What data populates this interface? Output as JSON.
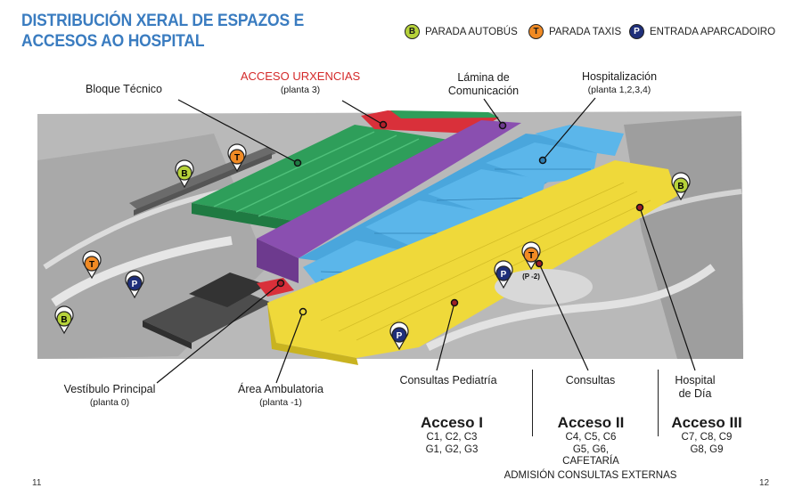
{
  "title": "DISTRIBUCIÓN XERAL DE ESPAZOS E ACCESOS AO HOSPITAL",
  "legend": {
    "bus": {
      "symbol": "B",
      "label": "PARADA AUTOBÚS"
    },
    "taxi": {
      "symbol": "T",
      "label": "PARADA TAXIS"
    },
    "parking": {
      "symbol": "P",
      "label": "ENTRADA APARCADOIRO"
    }
  },
  "labels": {
    "bloque_tecnico": "Bloque Técnico",
    "acceso_urxencias": "ACCESO URXENCIAS",
    "acceso_urxencias_sub": "(planta 3)",
    "lamina_1": "Lámina de",
    "lamina_2": "Comunicación",
    "hospitalizacion": "Hospitalización",
    "hospitalizacion_sub": "(planta 1,2,3,4)",
    "vestibulo": "Vestíbulo Principal",
    "vestibulo_sub": "(planta 0)",
    "area_ambulatoria": "Área Ambulatoria",
    "area_ambulatoria_sub": "(planta -1)",
    "consultas_pediatria": "Consultas Pediatría",
    "consultas": "Consultas",
    "hospital_dia_1": "Hospital",
    "hospital_dia_2": "de Día",
    "parking_level": "(P -2)"
  },
  "accesses": [
    {
      "title": "Acceso I",
      "codes_1": "C1, C2, C3",
      "codes_2": "G1, G2, G3"
    },
    {
      "title": "Acceso II",
      "codes_1": "C4, C5, C6",
      "codes_2": "G5, G6,",
      "codes_3": "CAFETARÍA"
    },
    {
      "title": "Acceso III",
      "codes_1": "C7, C8, C9",
      "codes_2": "G8, G9"
    }
  ],
  "footer": "ADMISIÓN CONSULTAS EXTERNAS",
  "page_left": "11",
  "page_right": "12",
  "colors": {
    "title": "#3a7cc0",
    "green": "#2e9e5a",
    "purple": "#8a4fb0",
    "blue": "#4aa6dc",
    "yellow": "#efd93a",
    "red": "#d9303a"
  }
}
